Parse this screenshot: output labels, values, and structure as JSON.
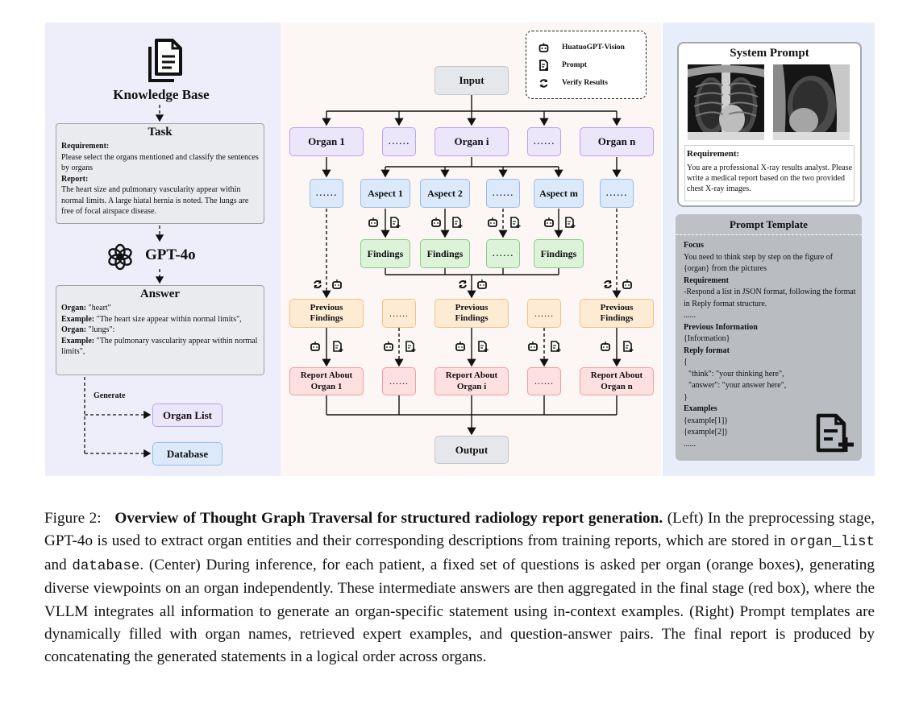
{
  "left": {
    "kb_label": "Knowledge Base",
    "task": {
      "title": "Task",
      "req_label": "Requirement:",
      "req_text": "Please select the organs mentioned and classify the sentences by organs",
      "report_label": "Report:",
      "report_text": "The heart size and pulmonary vascularity appear within normal limits. A large hiatal hernia is noted. The lungs are free of focal airspace disease."
    },
    "gpt_label": "GPT-4o",
    "answer": {
      "title": "Answer",
      "l1_label": "Organ:",
      "l1_text": " \"heart\"",
      "l2_label": "Example:",
      "l2_text": " \"The heart size appear within normal limits\",",
      "l3_label": "Organ:",
      "l3_text": " \"lungs\":",
      "l4_label": "Example:",
      "l4_text": " \"The pulmonary vascularity appear within normal limits\","
    },
    "generate_label": "Generate",
    "organ_list": "Organ List",
    "database": "Database"
  },
  "legend": {
    "model": "HuatuoGPT-Vision",
    "prompt": "Prompt",
    "verify": "Verify Results"
  },
  "center": {
    "input": "Input",
    "output": "Output",
    "organ1": "Organ 1",
    "organi": "Organ i",
    "organn": "Organ n",
    "dots": "......",
    "aspect1": "Aspect 1",
    "aspect2": "Aspect 2",
    "aspectm": "Aspect m",
    "findings": "Findings",
    "prev_l1": "Previous",
    "prev_l2": "Findings",
    "rep1_l1": "Report About",
    "rep1_l2": "Organ 1",
    "repi_l2": "Organ i",
    "repn_l2": "Organ n"
  },
  "right": {
    "system_prompt": "System Prompt",
    "req_label": "Requirement:",
    "req_text": "You are a professional X-ray results analyst. Please write a medical report based on the two provided chest X-ray images.",
    "template_title": "Prompt Template",
    "focus_label": "Focus",
    "focus_text": "You need to think step by step on the figure of {organ} from the pictures",
    "requirement_label": "Requirement",
    "requirement_text": "-Respond a list in JSON format, following the format in Reply format structure.",
    "ellipsis": "......",
    "prev_info_label": "Previous Information",
    "prev_info_text": "{Information}",
    "reply_label": "Reply format",
    "brace_open": "{",
    "think_line": "\"think\": \"your thinking here\",",
    "answer_line": "\"answer\": \"your answer here\",",
    "brace_close": "}",
    "examples_label": "Examples",
    "ex1": "{example[1]}",
    "ex2": "{example[2]}"
  },
  "caption": {
    "fig": "Figure 2:",
    "bold": "Overview of Thought Graph Traversal for structured radiology report generation.",
    "t1": " (Left) In the preprocessing stage, GPT-4o is used to extract organ entities and their corresponding descriptions from training reports, which are stored in ",
    "code1": "organ_list",
    "t2": " and ",
    "code2": "database",
    "t3": ". (Center) During inference, for each patient, a fixed set of questions is asked per organ (orange boxes), generating diverse viewpoints on an organ independently. These intermediate answers are then aggregated in the final stage (red box), where the VLLM integrates all information to generate an organ-specific statement using in-context examples. (Right) Prompt templates are dynamically filled with organ names, retrieved expert examples, and question-answer pairs. The final report is produced by concatenating the generated statements in a logical order across organs."
  },
  "colors": {
    "purple": "#ece6fb",
    "blue": "#dce9fb",
    "green": "#dcf3da",
    "orange": "#feebd4",
    "red": "#fde0df",
    "gray": "#e6e7ea"
  }
}
